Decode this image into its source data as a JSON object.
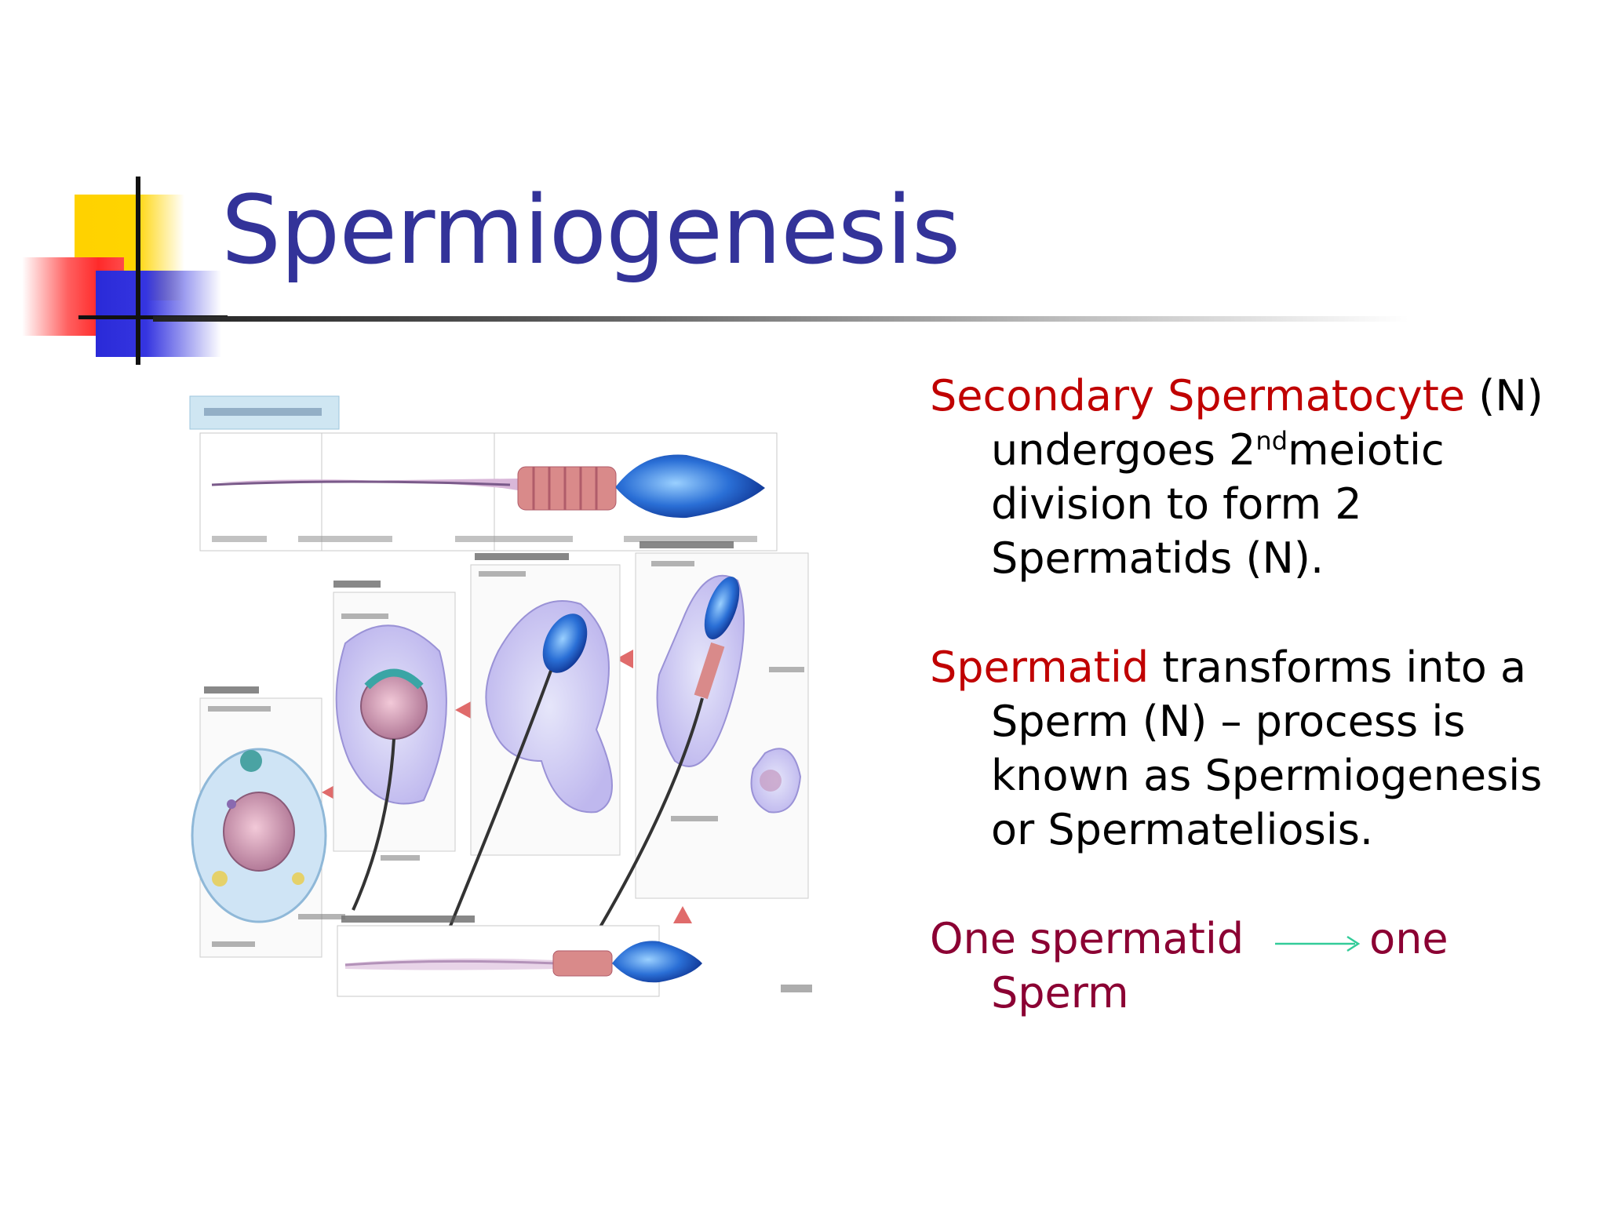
{
  "slide": {
    "title": "Spermiogenesis"
  },
  "figure": {
    "alt": "Spermiogenesis"
  },
  "bullets": {
    "b1_highlight": "Secondary Spermatocyte",
    "b1_after": " (N) undergoes 2",
    "b1_sup": "nd",
    "b1_rest": "meiotic division to form 2 Spermatids (N).",
    "b2_highlight": "Spermatid",
    "b2_rest": " transforms into a Sperm (N) – process is known as Spermiogenesis or Spermateliosis.",
    "b3_left": "One spermatid",
    "b3_right": "one Sperm"
  },
  "colors": {
    "title": "#333399",
    "highlight": "#c00000",
    "maroon": "#8b0033",
    "arrow": "#33cc99"
  }
}
